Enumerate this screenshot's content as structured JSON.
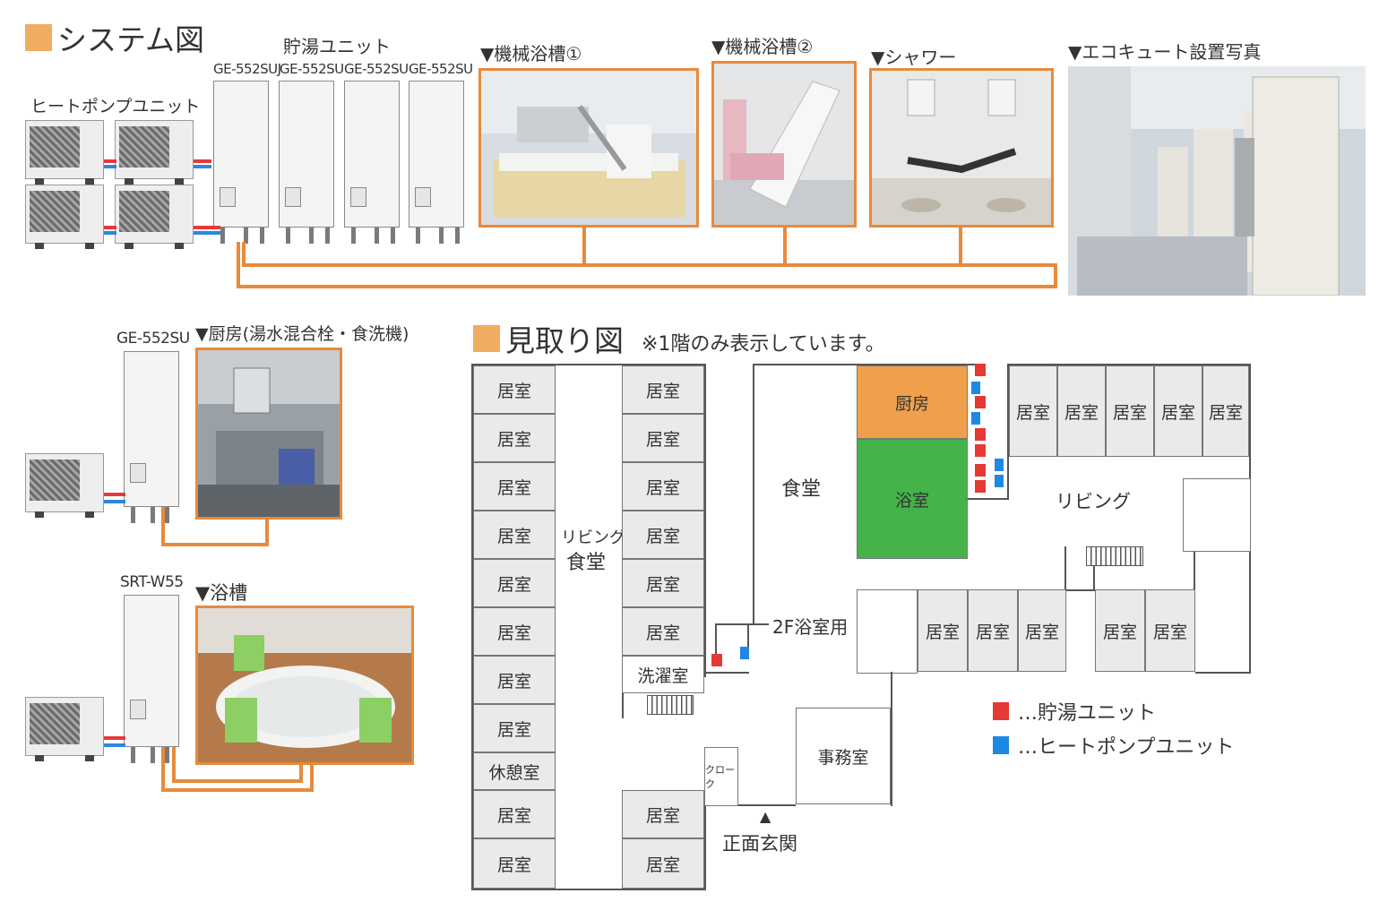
{
  "system": {
    "title": "システム図",
    "storage_label": "貯湯ユニット",
    "heatpump_label": "ヒートポンプユニット",
    "models": [
      "GE-552SUJ",
      "GE-552SU",
      "GE-552SU",
      "GE-552SU"
    ],
    "photos": {
      "bath1": "▼機械浴槽①",
      "bath2": "▼機械浴槽②",
      "shower": "▼シャワー",
      "ecocute": "▼エコキュート設置写真"
    }
  },
  "kitchen_system": {
    "model": "GE-552SU",
    "caption": "▼厨房(湯水混合栓・食洗機)"
  },
  "tub_system": {
    "model": "SRT-W55",
    "caption": "▼浴槽"
  },
  "floorplan": {
    "title": "見取り図",
    "note": "※1階のみ表示しています。",
    "room_label": "居室",
    "living_dining": [
      "リビング",
      "食堂"
    ],
    "rest_room": "休憩室",
    "laundry": "洗濯室",
    "dining": "食堂",
    "kitchen": "厨房",
    "bath": "浴室",
    "living": "リビング",
    "bath_2f": "2F浴室用",
    "cloak": "クローク",
    "office": "事務室",
    "entrance": "正面玄関",
    "legend": [
      {
        "label": "…貯湯ユニット",
        "color": "#e53935"
      },
      {
        "label": "…ヒートポンプユニット",
        "color": "#1e88e5"
      }
    ],
    "colors": {
      "kitchen": "#f0a04b",
      "bath": "#43b34a",
      "accent": "#f0ad62",
      "pipe": "#e88a3c"
    }
  }
}
